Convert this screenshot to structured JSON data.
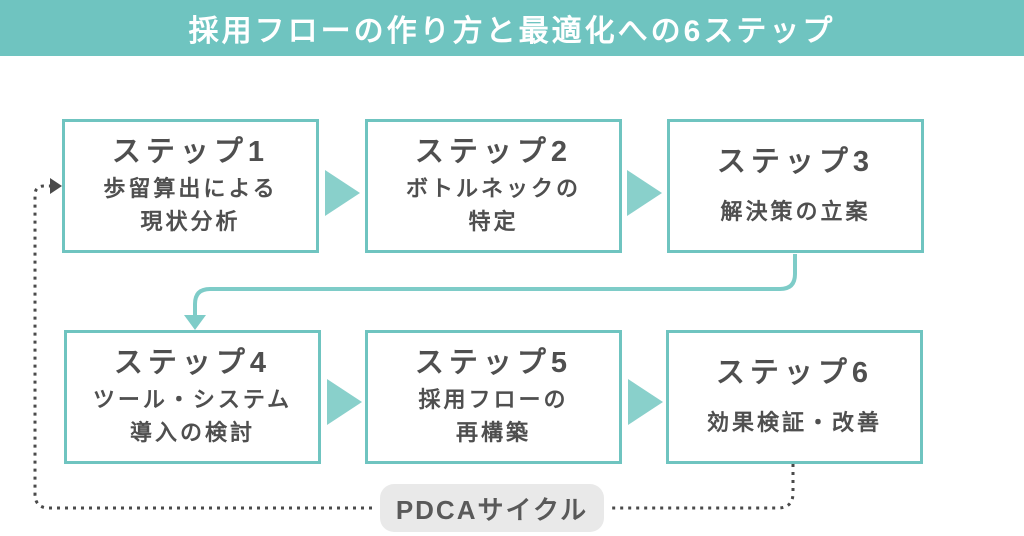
{
  "banner": {
    "title": "採用フローの作り方と最適化への6ステップ"
  },
  "steps": [
    {
      "title": "ステップ1",
      "lines": [
        "歩留算出による",
        "現状分析"
      ]
    },
    {
      "title": "ステップ2",
      "lines": [
        "ボトルネックの",
        "特定"
      ]
    },
    {
      "title": "ステップ3",
      "lines": [
        "解決策の立案"
      ]
    },
    {
      "title": "ステップ4",
      "lines": [
        "ツール・システム",
        "導入の検討"
      ]
    },
    {
      "title": "ステップ5",
      "lines": [
        "採用フローの",
        "再構築"
      ]
    },
    {
      "title": "ステップ6",
      "lines": [
        "効果検証・改善"
      ]
    }
  ],
  "cycle": {
    "label": "PDCAサイクル"
  },
  "colors": {
    "banner_bg": "#6fc4c0",
    "box_border": "#6fc4c0",
    "arrow_triangle": "#89d0cb",
    "connector_line": "#7eccc8",
    "dotted_line": "#4a4a4a",
    "text": "#4f4f4f",
    "pill_bg": "#e9e9e9",
    "banner_text": "#ffffff"
  }
}
